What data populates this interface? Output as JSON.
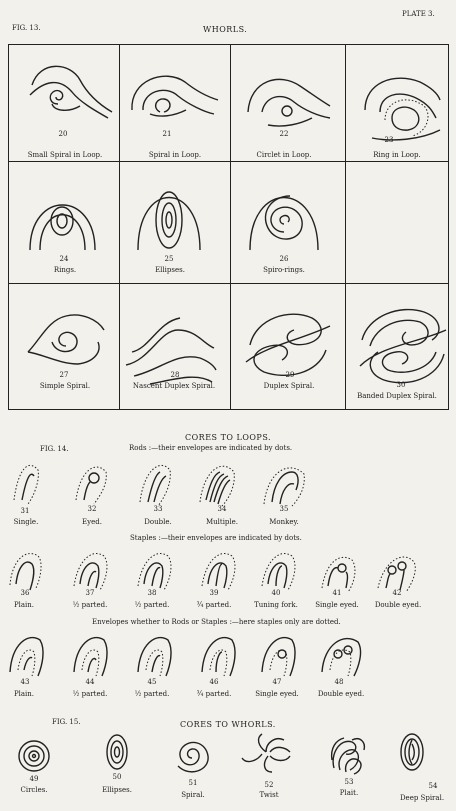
{
  "page": {
    "fig_left": "FIG. 13.",
    "plate": "PLATE 3.",
    "title": "WHORLS."
  },
  "whorls": [
    {
      "num": "20",
      "label": "Small Spiral in Loop."
    },
    {
      "num": "21",
      "label": "Spiral in Loop."
    },
    {
      "num": "22",
      "label": "Circlet in Loop."
    },
    {
      "num": "23",
      "label": "Ring in Loop."
    },
    {
      "num": "24",
      "label": "Rings."
    },
    {
      "num": "25",
      "label": "Ellipses."
    },
    {
      "num": "26",
      "label": "Spiro-rings."
    },
    {
      "num": "27",
      "label": "Simple Spiral."
    },
    {
      "num": "28",
      "label": "Nascent Duplex Spiral."
    },
    {
      "num": "29",
      "label": "Duplex Spiral."
    },
    {
      "num": "30",
      "label": "Banded Duplex Spiral."
    }
  ],
  "cores_loops": {
    "title": "CORES TO LOOPS.",
    "fig": "FIG. 14.",
    "rods_caption": "Rods :—their envelopes are indicated by dots.",
    "rods": [
      {
        "num": "31",
        "label": "Single."
      },
      {
        "num": "32",
        "label": "Eyed."
      },
      {
        "num": "33",
        "label": "Double."
      },
      {
        "num": "34",
        "label": "Multiple."
      },
      {
        "num": "35",
        "label": "Monkey."
      }
    ],
    "staples_caption": "Staples :—their envelopes are indicated by dots.",
    "staples": [
      {
        "num": "36",
        "label": "Plain."
      },
      {
        "num": "37",
        "label": "½ parted."
      },
      {
        "num": "38",
        "label": "½ parted."
      },
      {
        "num": "39",
        "label": "¾ parted."
      },
      {
        "num": "40",
        "label": "Tuning fork."
      },
      {
        "num": "41",
        "label": "Single eyed."
      },
      {
        "num": "42",
        "label": "Double eyed."
      }
    ],
    "env_caption": "Envelopes whether to Rods or Staples :—here staples only are dotted.",
    "envelopes": [
      {
        "num": "43",
        "label": "Plain."
      },
      {
        "num": "44",
        "label": "½ parted."
      },
      {
        "num": "45",
        "label": "½ parted."
      },
      {
        "num": "46",
        "label": "¾ parted."
      },
      {
        "num": "47",
        "label": "Single eyed."
      },
      {
        "num": "48",
        "label": "Double eyed."
      }
    ]
  },
  "cores_whorls": {
    "fig": "FIG. 15.",
    "title": "CORES TO WHORLS.",
    "items": [
      {
        "num": "49",
        "label": "Circles."
      },
      {
        "num": "50",
        "label": "Ellipses."
      },
      {
        "num": "51",
        "label": "Spiral."
      },
      {
        "num": "52",
        "label": "Twist"
      },
      {
        "num": "53",
        "label": "Plait."
      },
      {
        "num": "54",
        "label": "Deep Spiral."
      }
    ]
  }
}
